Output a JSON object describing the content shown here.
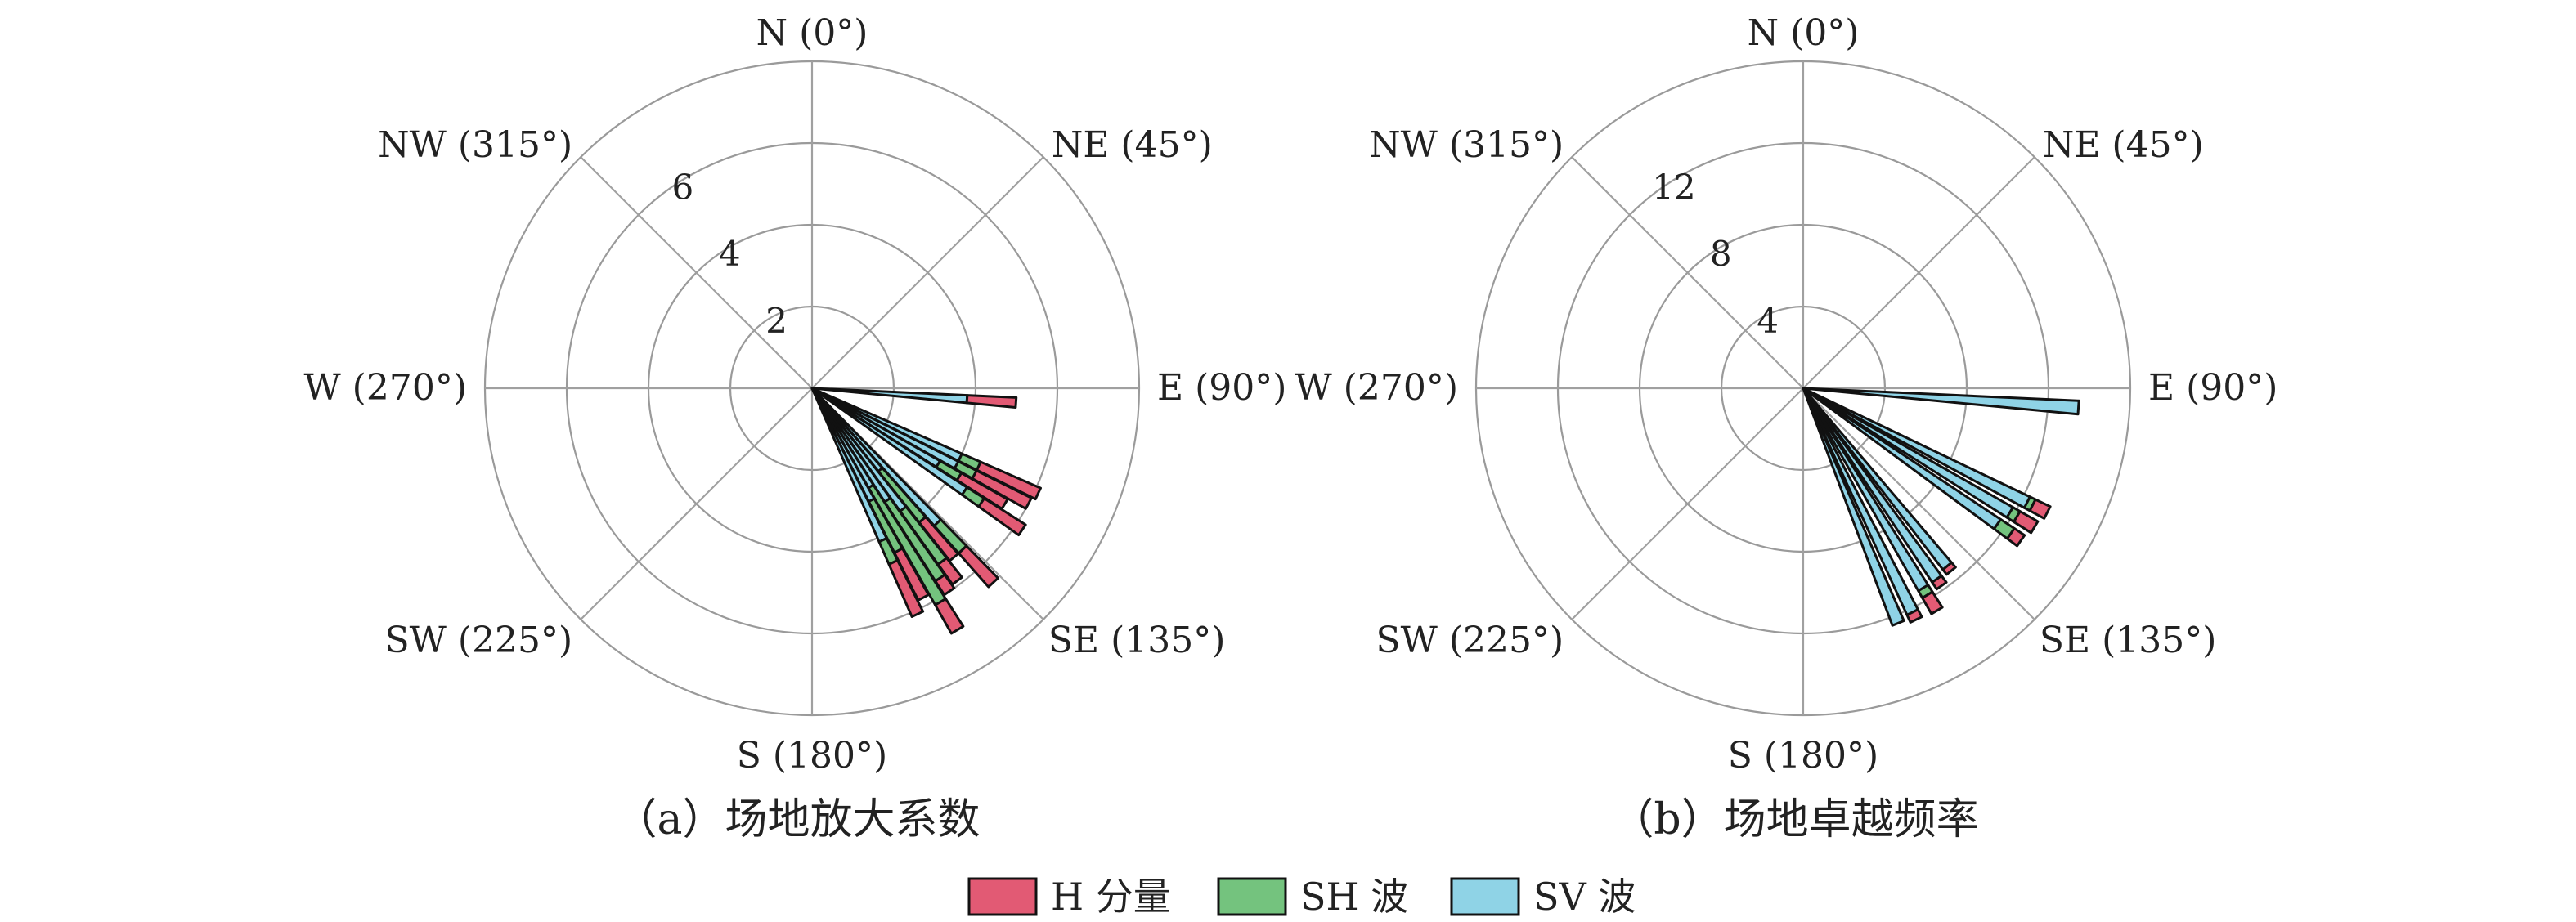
{
  "colors": {
    "H": "#e25a74",
    "SH": "#74c37e",
    "SV": "#8fd3e6"
  },
  "legend": [
    {
      "key": "H",
      "label": "H 分量"
    },
    {
      "key": "SH",
      "label": "SH 波"
    },
    {
      "key": "SV",
      "label": "SV 波"
    }
  ],
  "chart_data": [
    {
      "type": "polar-stacked-bar",
      "caption": "（a）场地放大系数",
      "rmax": 8,
      "radial_ticks": [
        2,
        4,
        6
      ],
      "directions": [
        {
          "label": "N (0°)",
          "angle": 0
        },
        {
          "label": "NE (45°)",
          "angle": 45
        },
        {
          "label": "E (90°)",
          "angle": 90
        },
        {
          "label": "SE (135°)",
          "angle": 135
        },
        {
          "label": "S (180°)",
          "angle": 180
        },
        {
          "label": "SW (225°)",
          "angle": 225
        },
        {
          "label": "W (270°)",
          "angle": 270
        },
        {
          "label": "NW (315°)",
          "angle": 315
        }
      ],
      "series_order": [
        "SV",
        "SH",
        "H"
      ],
      "bars": [
        {
          "angle": 94,
          "SV": 3.8,
          "SH": 0.0,
          "H": 1.2
        },
        {
          "angle": 115,
          "SV": 4.0,
          "SH": 0.5,
          "H": 1.6
        },
        {
          "angle": 118,
          "SV": 4.0,
          "SH": 0.5,
          "H": 1.5
        },
        {
          "angle": 121,
          "SV": 3.6,
          "SH": 0.6,
          "H": 1.3
        },
        {
          "angle": 124,
          "SV": 4.5,
          "SH": 0.5,
          "H": 1.2
        },
        {
          "angle": 137,
          "SV": 4.5,
          "SH": 0.9,
          "H": 1.1
        },
        {
          "angle": 140,
          "SV": 2.6,
          "SH": 1.6,
          "H": 1.2
        },
        {
          "angle": 143,
          "SV": 3.7,
          "SH": 1.6,
          "H": 0.6
        },
        {
          "angle": 146,
          "SV": 3.3,
          "SH": 2.3,
          "H": 0.4
        },
        {
          "angle": 149,
          "SV": 2.8,
          "SH": 3.3,
          "H": 0.8
        },
        {
          "angle": 152,
          "SV": 3.1,
          "SH": 1.4,
          "H": 1.3
        },
        {
          "angle": 155,
          "SV": 4.1,
          "SH": 0.6,
          "H": 1.4
        }
      ]
    },
    {
      "type": "polar-stacked-bar",
      "caption": "（b）场地卓越频率",
      "rmax": 16,
      "radial_ticks": [
        4,
        8,
        12
      ],
      "directions": [
        {
          "label": "N (0°)",
          "angle": 0
        },
        {
          "label": "NE (45°)",
          "angle": 45
        },
        {
          "label": "E (90°)",
          "angle": 90
        },
        {
          "label": "SE (135°)",
          "angle": 135
        },
        {
          "label": "S (180°)",
          "angle": 180
        },
        {
          "label": "SW (225°)",
          "angle": 225
        },
        {
          "label": "W (270°)",
          "angle": 270
        },
        {
          "label": "NW (315°)",
          "angle": 315
        }
      ],
      "series_order": [
        "SV",
        "SH",
        "H"
      ],
      "bars": [
        {
          "angle": 94,
          "SV": 13.5,
          "SH": 0.0,
          "H": 0.0
        },
        {
          "angle": 117,
          "SV": 12.3,
          "SH": 0.3,
          "H": 0.8
        },
        {
          "angle": 121,
          "SV": 11.8,
          "SH": 0.4,
          "H": 1.0
        },
        {
          "angle": 125,
          "SV": 11.6,
          "SH": 0.8,
          "H": 0.6
        },
        {
          "angle": 141,
          "SV": 11.2,
          "SH": 0.0,
          "H": 0.3
        },
        {
          "angle": 145,
          "SV": 11.4,
          "SH": 0.0,
          "H": 0.4
        },
        {
          "angle": 149,
          "SV": 11.4,
          "SH": 0.4,
          "H": 0.9
        },
        {
          "angle": 154,
          "SV": 12.2,
          "SH": 0.0,
          "H": 0.4
        },
        {
          "angle": 158,
          "SV": 12.4,
          "SH": 0.0,
          "H": 0.0
        }
      ]
    }
  ]
}
